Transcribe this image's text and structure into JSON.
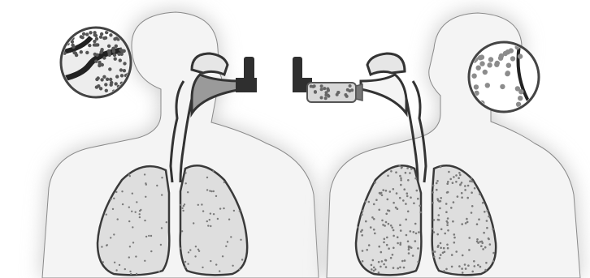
{
  "figure": {
    "panels": [
      {
        "id": "left",
        "device": "pressurized-metered-dose-inhaler",
        "magnifier": "upper-airway-deposition",
        "lung_particle_density": "low"
      },
      {
        "id": "right",
        "device": "inhaler-with-spacer",
        "magnifier": "dispersed-aerosol-particles",
        "lung_particle_density": "high"
      }
    ],
    "colors": {
      "silhouette_fill": "#f4f4f4",
      "silhouette_stroke": "#8a8a8a",
      "halo": "#cfcfcf",
      "lung_fill": "#dedede",
      "lung_stroke": "#3a3a3a",
      "particle": "#7a7a7a",
      "device": "#2f2f2f"
    },
    "icons": [
      "person-silhouette-icon",
      "inhaler-icon",
      "spacer-icon",
      "magnifier-icon",
      "lungs-icon"
    ]
  }
}
